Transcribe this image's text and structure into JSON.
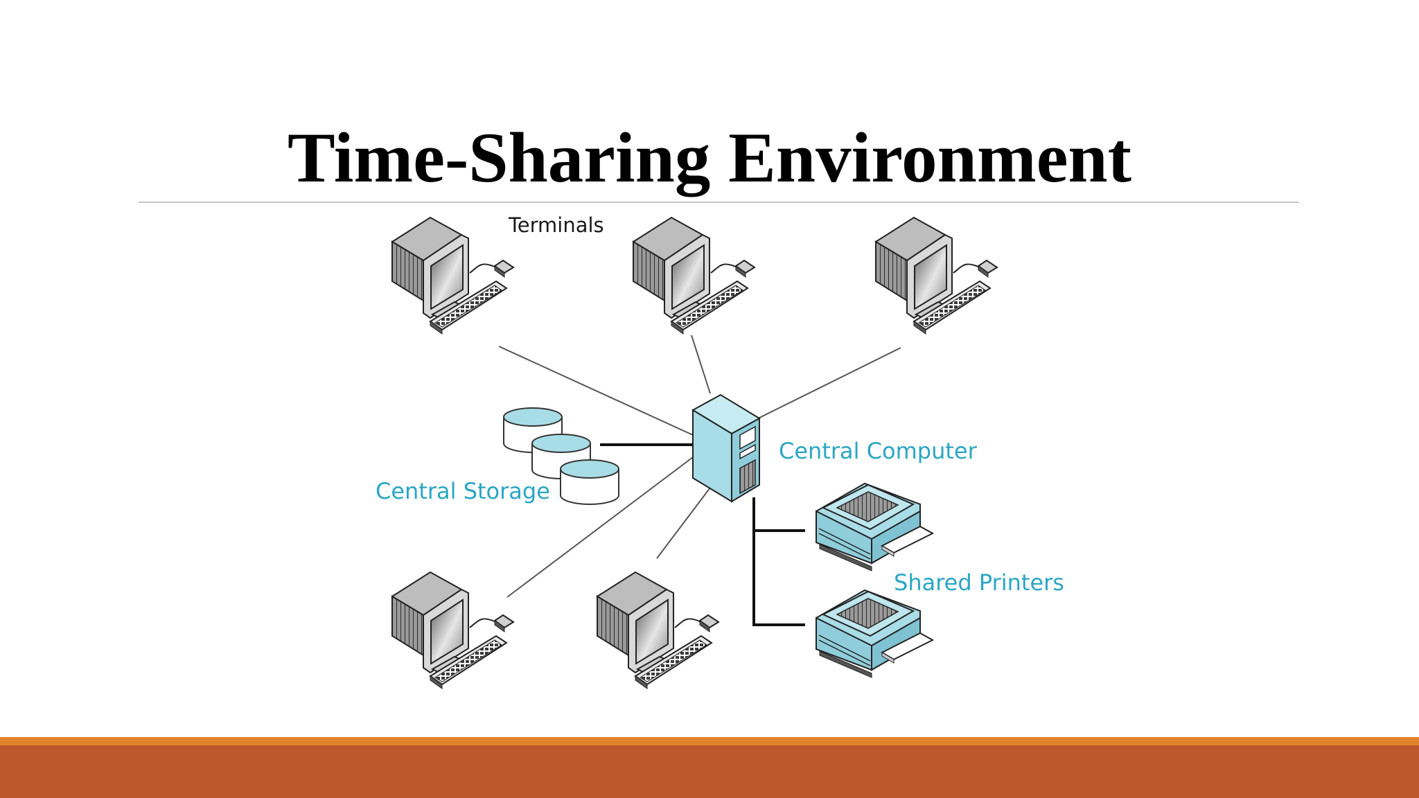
{
  "slide": {
    "title": "Time-Sharing Environment"
  },
  "diagram": {
    "labels": {
      "terminals": "Terminals",
      "central_computer": "Central Computer",
      "central_storage": "Central Storage",
      "shared_printers": "Shared Printers"
    },
    "nodes": {
      "terminal_count": 5,
      "storage_disk_count": 3,
      "printer_count": 2
    }
  },
  "colors": {
    "title_text": "#000000",
    "label_teal": "#2aa6c4",
    "device_fill": "#a8dce6",
    "band_accent": "#e0822a",
    "band_main": "#bd582c",
    "divider": "#c4c4c4"
  }
}
